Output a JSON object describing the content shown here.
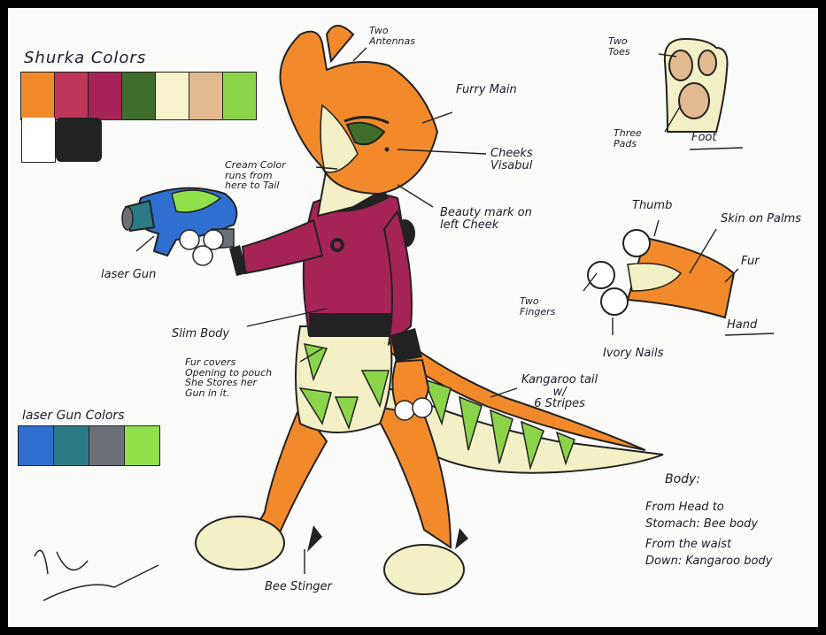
{
  "sheet": {
    "title": "Shurka Colors",
    "shurka_colors": [
      "#f28a2b",
      "#c0355a",
      "#a52356",
      "#3f6e2c",
      "#f7f2cc",
      "#e3b98f",
      "#8bd44a"
    ],
    "shurka_colors_row2": [
      "#ffffff",
      "#222222"
    ],
    "gun_title": "laser Gun Colors",
    "gun_colors": [
      "#2f6fcf",
      "#2b7b86",
      "#6b6f78",
      "#8fe04a"
    ],
    "labels": {
      "antennas": [
        "Two",
        "Antennas"
      ],
      "furry_main": "Furry Main",
      "cheeks": [
        "Cheeks",
        "Visabul"
      ],
      "cream": [
        "Cream Color",
        "runs from",
        "here to Tail"
      ],
      "beauty": [
        "Beauty mark on",
        "left Cheek"
      ],
      "laser_gun": "laser Gun",
      "slim_body": "Slim Body",
      "fur_covers": [
        "Fur covers",
        "Opening to pouch",
        "She Stores her",
        "Gun in it."
      ],
      "kangaroo_tail": [
        "Kangaroo tail",
        "w/",
        "6 Stripes"
      ],
      "bee_stinger": "Bee Stinger",
      "two_toes": [
        "Two",
        "Toes"
      ],
      "three_pads": [
        "Three",
        "Pads"
      ],
      "foot": "Foot",
      "thumb": "Thumb",
      "skin_on_palms": "Skin on Palms",
      "fur": "Fur",
      "two_fingers": [
        "Two",
        "Fingers"
      ],
      "hand": "Hand",
      "ivory_nails": "Ivory Nails",
      "body_title": "Body:",
      "body_lines": [
        "From Head to",
        "Stomach: Bee body",
        "From the waist",
        "Down: Kangaroo body"
      ]
    },
    "signature": "Kevin Jones"
  }
}
